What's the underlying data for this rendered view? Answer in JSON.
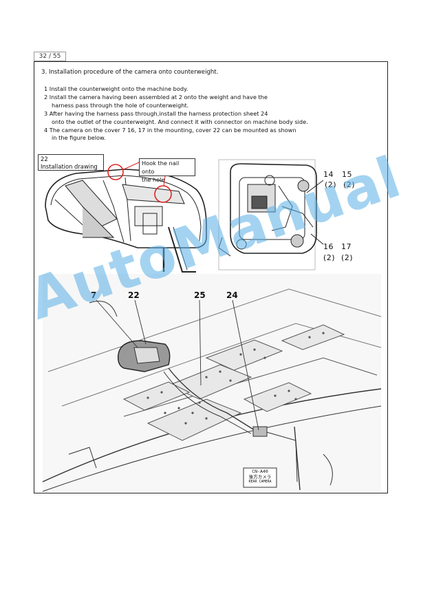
{
  "page_label": "32 / 55",
  "heading": "3.  Installation procedure of the camera onto counterweight.",
  "steps": [
    "1  Install the counterweight onto the machine body.",
    "2  Install the camera having been assembled at 2 onto the weight and have the",
    "harness pass through the hole of counterweight.",
    "3  After having the harness pass through,install the harness protection sheet 24",
    "onto the outlet of the counterweight. And connect it with connector on machine body side.",
    "4 The camera on the cover 7  16, 17 in the mounting, cover 22 can be mounted as shown",
    "in the figure below."
  ],
  "drawing_label": {
    "number": "22",
    "title": "Installation drawing"
  },
  "hook_note": {
    "line1": "Hook the nail onto",
    "line2": "the hole"
  },
  "callouts": {
    "c14": "14",
    "c15": "15",
    "q14": "(2)",
    "q15": "(2)",
    "c16": "16",
    "c17": "17",
    "q16": "(2)",
    "q17": "(2)"
  },
  "part_numbers": {
    "p7": "7",
    "p22": "22",
    "p25": "25",
    "p24": "24"
  },
  "connector": {
    "tag": "CN-A40",
    "jp": "後方カメラ",
    "sub": "REAR CAMERA"
  },
  "watermark": "AutoManual"
}
